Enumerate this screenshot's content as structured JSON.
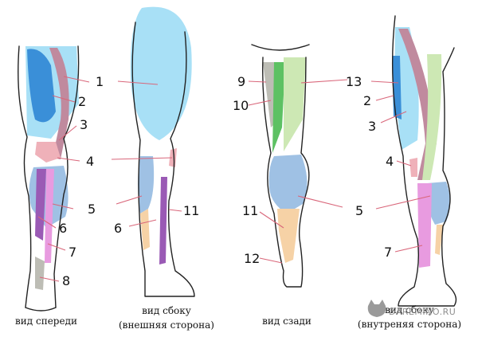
{
  "captions": {
    "front": "вид спереди",
    "side_outer_1": "вид сбоку",
    "side_outer_2": "(внешняя сторона)",
    "back": "вид сзади",
    "side_inner_1": "вид сбоку",
    "side_inner_2": "(внутреняя сторона)"
  },
  "watermark": "DAREMINO.RU",
  "labels": {
    "front": [
      "1",
      "2",
      "3",
      "4",
      "5",
      "6",
      "7",
      "8"
    ],
    "side_outer": [
      "6",
      "11"
    ],
    "back": [
      "9",
      "10",
      "11",
      "12",
      "5"
    ],
    "side_inner": [
      "13",
      "2",
      "3",
      "4",
      "5",
      "7"
    ]
  },
  "colors": {
    "muscle_light_blue": "#a8e0f6",
    "muscle_blue": "#3a8fd8",
    "muscle_mauve": "#c08a9e",
    "muscle_pink": "#efb1b9",
    "muscle_steel_blue": "#9fc1e4",
    "muscle_purple": "#9a5ab5",
    "muscle_magenta": "#e89be0",
    "muscle_peach": "#f6d2a6",
    "muscle_light_green": "#cde8b4",
    "muscle_green": "#5dc163",
    "tendon_grey": "#bdbdb5",
    "leader_line": "#d9667a",
    "outline": "#222222"
  }
}
